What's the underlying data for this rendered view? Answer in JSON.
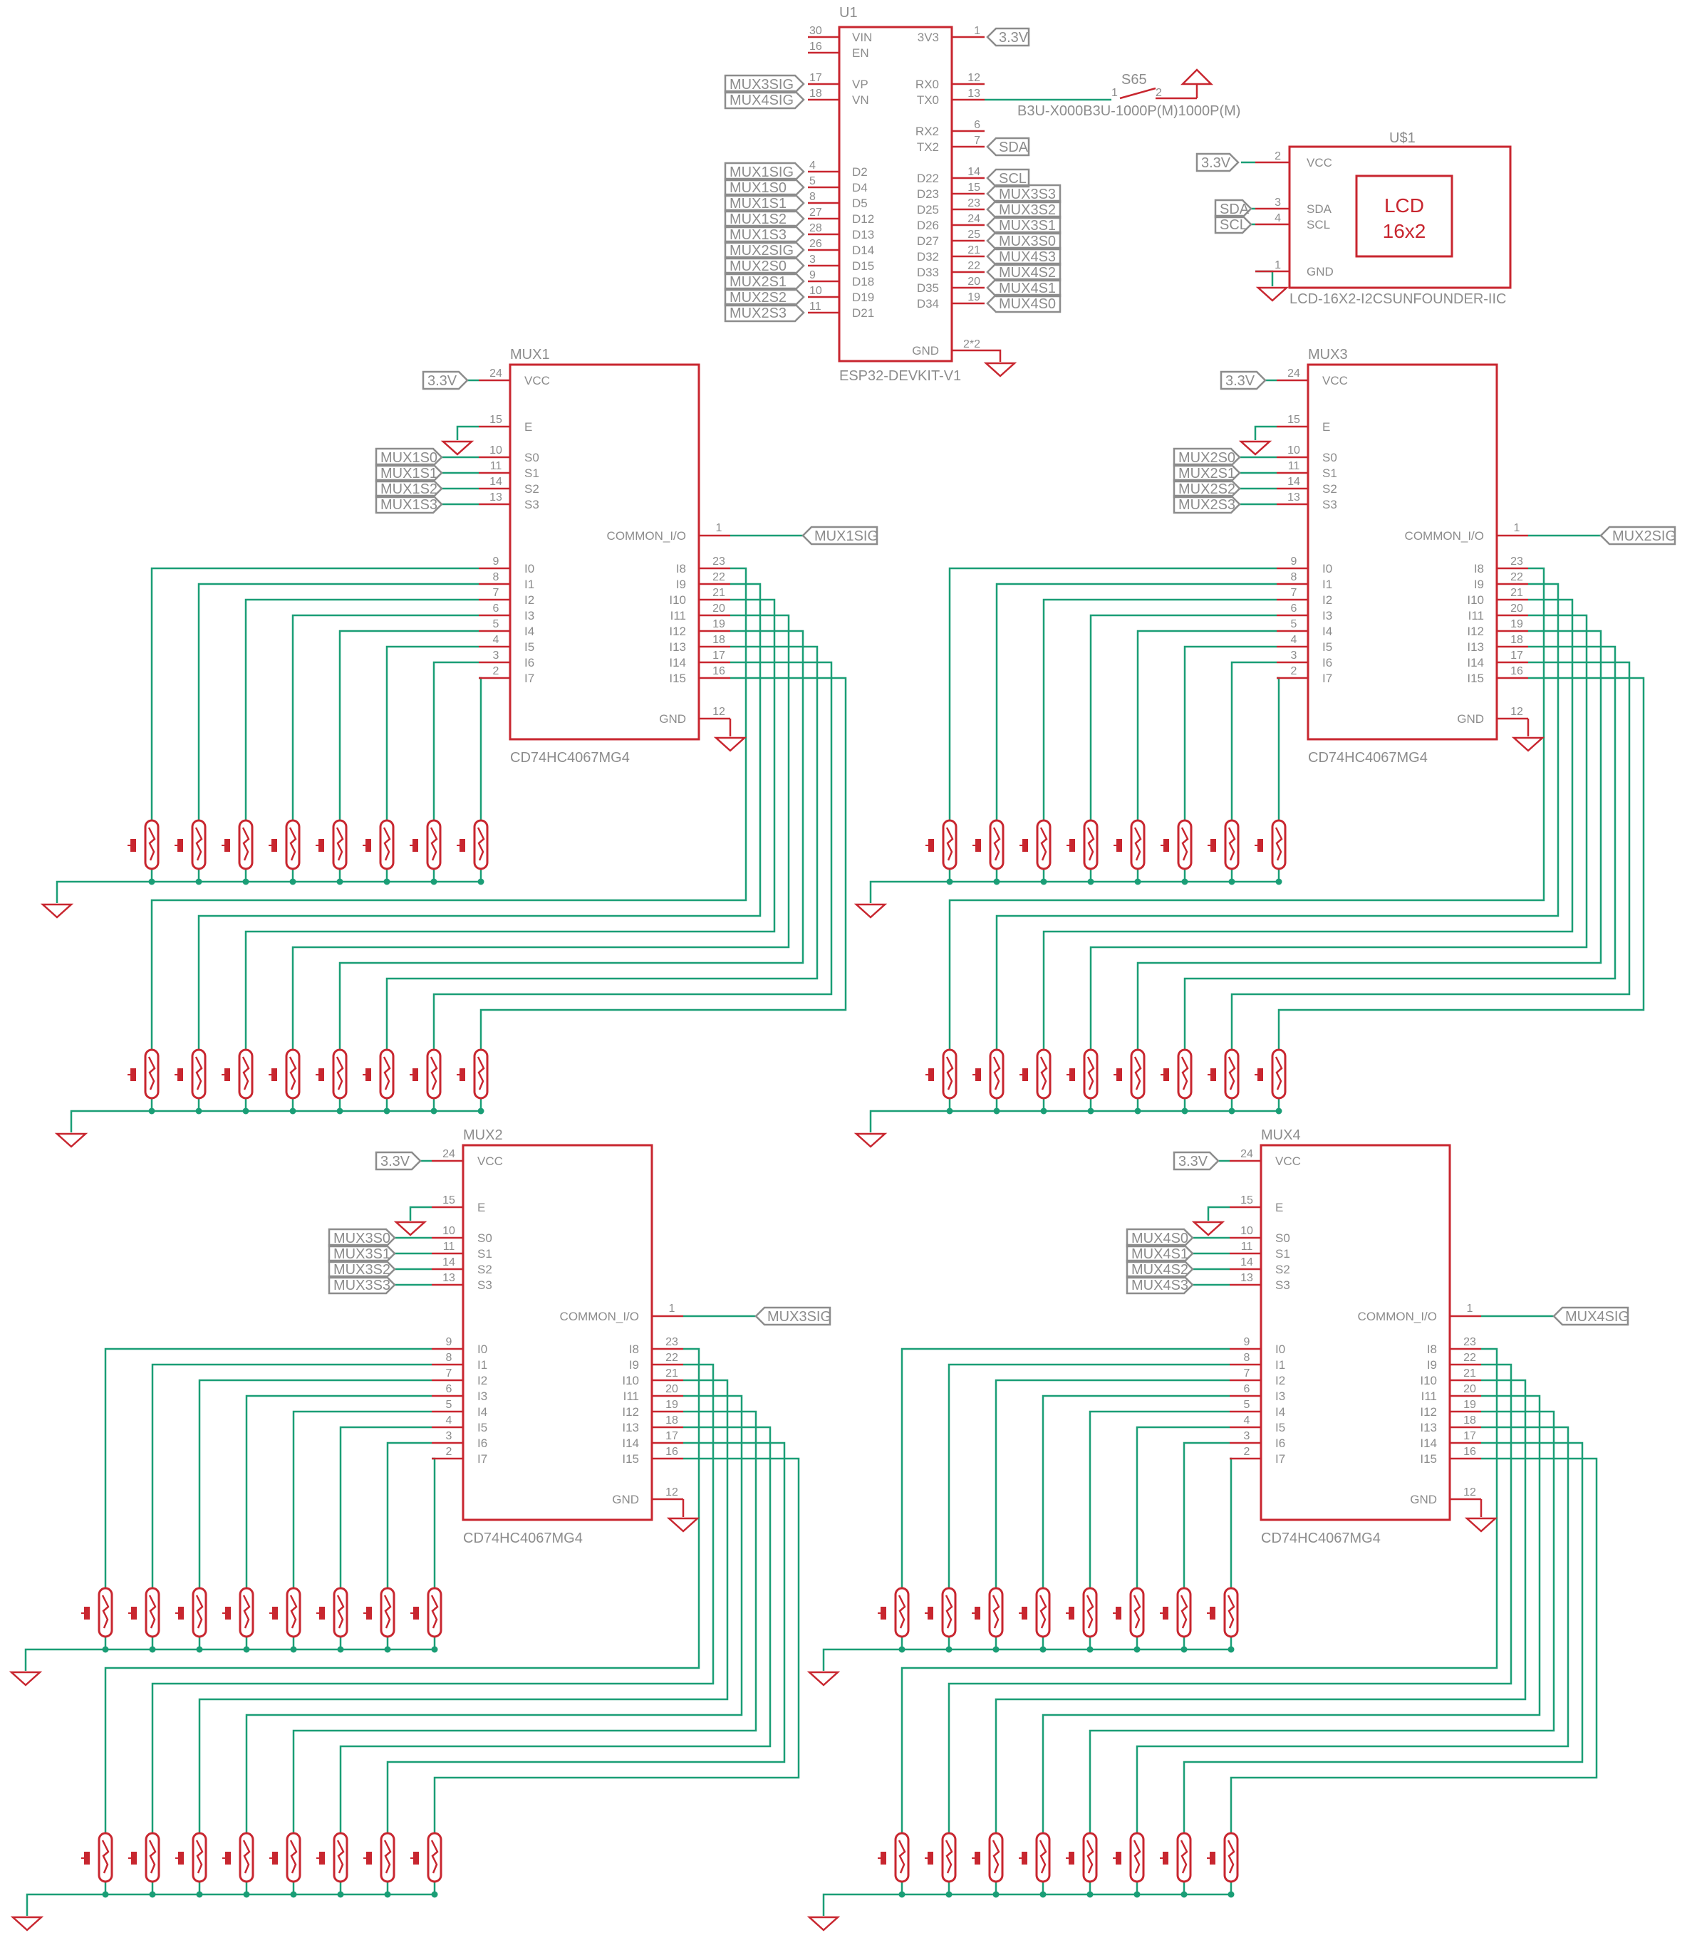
{
  "colors": {
    "part": "#c8262f",
    "wire": "#1a9e76",
    "label": "#8c8c8c",
    "background": "#ffffff"
  },
  "u1": {
    "name": "U1",
    "value": "ESP32-DEVKIT-V1",
    "left_pins": [
      {
        "num": "30",
        "name": "VIN"
      },
      {
        "num": "16",
        "name": "EN"
      },
      {
        "num": "17",
        "name": "VP",
        "net": "MUX3SIG"
      },
      {
        "num": "18",
        "name": "VN",
        "net": "MUX4SIG"
      },
      {
        "num": "4",
        "name": "D2",
        "net": "MUX1SIG"
      },
      {
        "num": "5",
        "name": "D4",
        "net": "MUX1S0"
      },
      {
        "num": "8",
        "name": "D5",
        "net": "MUX1S1"
      },
      {
        "num": "27",
        "name": "D12",
        "net": "MUX1S2"
      },
      {
        "num": "28",
        "name": "D13",
        "net": "MUX1S3"
      },
      {
        "num": "26",
        "name": "D14",
        "net": "MUX2SIG"
      },
      {
        "num": "3",
        "name": "D15",
        "net": "MUX2S0"
      },
      {
        "num": "9",
        "name": "D18",
        "net": "MUX2S1"
      },
      {
        "num": "10",
        "name": "D19",
        "net": "MUX2S2"
      },
      {
        "num": "11",
        "name": "D21",
        "net": "MUX2S3"
      }
    ],
    "right_pins": [
      {
        "num": "1",
        "name": "3V3",
        "net": "3.3V"
      },
      {
        "num": "12",
        "name": "RX0"
      },
      {
        "num": "13",
        "name": "TX0"
      },
      {
        "num": "6",
        "name": "RX2"
      },
      {
        "num": "7",
        "name": "TX2",
        "net": "SDA"
      },
      {
        "num": "14",
        "name": "D22",
        "net": "SCL"
      },
      {
        "num": "15",
        "name": "D23",
        "net": "MUX3S3"
      },
      {
        "num": "23",
        "name": "D25",
        "net": "MUX3S2"
      },
      {
        "num": "24",
        "name": "D26",
        "net": "MUX3S1"
      },
      {
        "num": "25",
        "name": "D27",
        "net": "MUX3S0"
      },
      {
        "num": "21",
        "name": "D32",
        "net": "MUX4S3"
      },
      {
        "num": "22",
        "name": "D33",
        "net": "MUX4S2"
      },
      {
        "num": "20",
        "name": "D35",
        "net": "MUX4S1"
      },
      {
        "num": "19",
        "name": "D34",
        "net": "MUX4S0"
      },
      {
        "num": "2*2",
        "name": "GND"
      }
    ]
  },
  "switch": {
    "name": "S65",
    "value": "B3U-X000B3U-1000P(M)1000P(M)",
    "pin1": "1",
    "pin2": "2"
  },
  "lcd": {
    "name": "U$1",
    "value": "LCD-16X2-I2CSUNFOUNDER-IIC",
    "line1": "LCD",
    "line2": "16x2",
    "pins": [
      {
        "num": "2",
        "name": "VCC",
        "net": "3.3V"
      },
      {
        "num": "3",
        "name": "SDA",
        "net": "SDA"
      },
      {
        "num": "4",
        "name": "SCL",
        "net": "SCL"
      },
      {
        "num": "1",
        "name": "GND"
      }
    ]
  },
  "mux_pin_names": {
    "vcc": "VCC",
    "e": "E",
    "s": [
      "S0",
      "S1",
      "S2",
      "S3"
    ],
    "common": "COMMON_I/O",
    "gnd": "GND",
    "left_io": [
      "I0",
      "I1",
      "I2",
      "I3",
      "I4",
      "I5",
      "I6",
      "I7"
    ],
    "right_io": [
      "I8",
      "I9",
      "I10",
      "I11",
      "I12",
      "I13",
      "I14",
      "I15"
    ]
  },
  "mux_pin_numbers": {
    "vcc": "24",
    "e": "15",
    "s": [
      "10",
      "11",
      "14",
      "13"
    ],
    "common": "1",
    "gnd": "12",
    "left_io": [
      "9",
      "8",
      "7",
      "6",
      "5",
      "4",
      "3",
      "2"
    ],
    "right_io": [
      "23",
      "22",
      "21",
      "20",
      "19",
      "18",
      "17",
      "16"
    ]
  },
  "muxes": [
    {
      "name": "MUX1",
      "value": "CD74HC4067MG4",
      "vcc": "3.3V",
      "s_nets": [
        "MUX1S0",
        "MUX1S1",
        "MUX1S2",
        "MUX1S3"
      ],
      "sig": "MUX1SIG"
    },
    {
      "name": "MUX3",
      "value": "CD74HC4067MG4",
      "vcc": "3.3V",
      "s_nets": [
        "MUX2S0",
        "MUX2S1",
        "MUX2S2",
        "MUX2S3"
      ],
      "sig": "MUX2SIG"
    },
    {
      "name": "MUX2",
      "value": "CD74HC4067MG4",
      "vcc": "3.3V",
      "s_nets": [
        "MUX3S0",
        "MUX3S1",
        "MUX3S2",
        "MUX3S3"
      ],
      "sig": "MUX3SIG"
    },
    {
      "name": "MUX4",
      "value": "CD74HC4067MG4",
      "vcc": "3.3V",
      "s_nets": [
        "MUX4S0",
        "MUX4S1",
        "MUX4S2",
        "MUX4S3"
      ],
      "sig": "MUX4SIG"
    }
  ],
  "net_labels": {
    "v33": "3.3V",
    "sda": "SDA",
    "scl": "SCL"
  }
}
